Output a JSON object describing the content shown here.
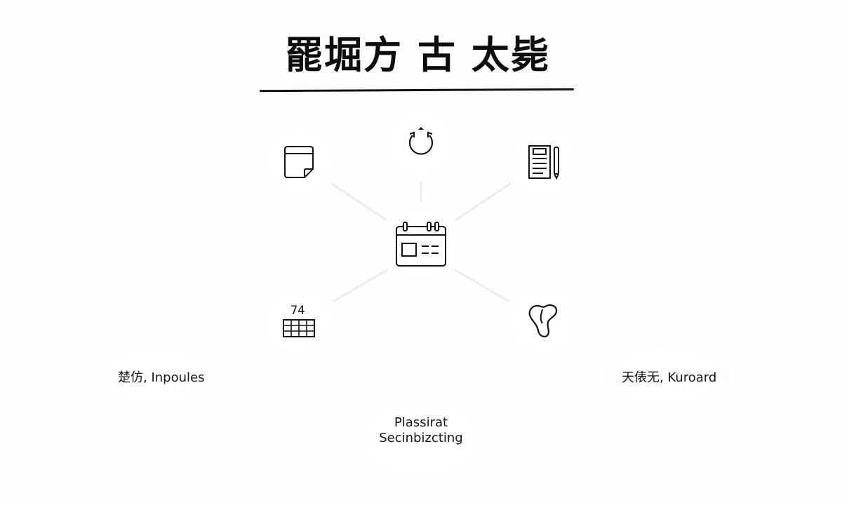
{
  "diagram": {
    "title": "罷堀方 古 太毙",
    "nodes": {
      "top_left": {
        "icon": "sticky-note-icon"
      },
      "top_center": {
        "icon": "refresh-ring-icon"
      },
      "top_right": {
        "icon": "notebook-pen-icon"
      },
      "center": {
        "icon": "calendar-icon"
      },
      "bottom_left": {
        "icon": "calendar-grid-icon",
        "number": "74"
      },
      "bottom_right": {
        "icon": "footprint-icon"
      }
    },
    "labels": {
      "left": "楚仿, Inpoules",
      "right": "天俵无, Kuroard",
      "bottom_line1": "Plassirat",
      "bottom_line2": "Secinbizcting"
    }
  }
}
